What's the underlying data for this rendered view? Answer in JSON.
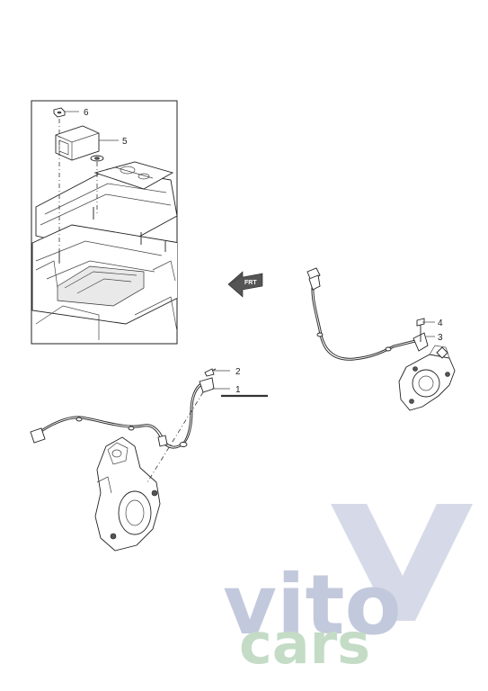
{
  "callouts": [
    {
      "id": "1",
      "label": "1"
    },
    {
      "id": "2",
      "label": "2"
    },
    {
      "id": "3",
      "label": "3"
    },
    {
      "id": "4",
      "label": "4"
    },
    {
      "id": "5",
      "label": "5"
    },
    {
      "id": "6",
      "label": "6"
    }
  ],
  "front_arrow_text": "FRT",
  "watermark": {
    "top": "vito",
    "bottom": "cars"
  },
  "colors": {
    "line": "#333333",
    "wm_blue": "#c3c9dc",
    "wm_green": "#c4dcc6"
  }
}
